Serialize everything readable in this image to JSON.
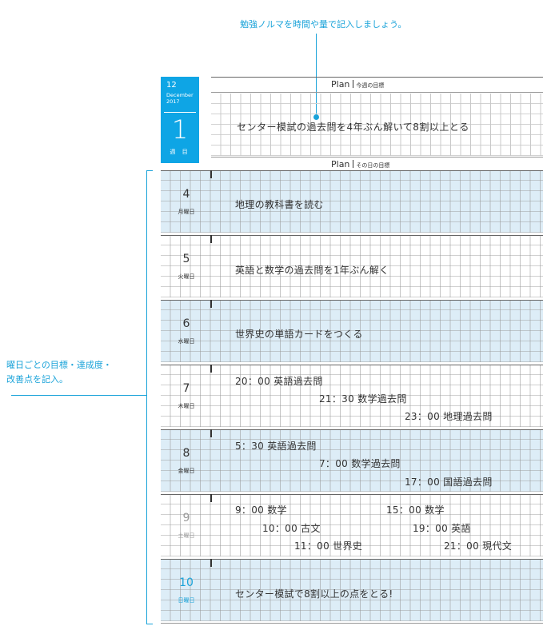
{
  "annotations": {
    "top_note": "勉強ノルマを時間や量で記入しましょう。",
    "left_note_line1": "曜日ごとの目標・達成度・",
    "left_note_line2": "改善点を記入。"
  },
  "week_badge": {
    "month": "12",
    "month_name": "December",
    "year": "2017",
    "week_number": "1",
    "week_label": "週 目",
    "color": "#0ea5e5"
  },
  "week_plan": {
    "heading": "Plan",
    "subheading": "今週の目標",
    "goal": "センター模試の過去問を4年ぶん解いて8割以上とる"
  },
  "day_plan": {
    "heading": "Plan",
    "subheading": "その日の目標"
  },
  "days": [
    {
      "num": "4",
      "label": "月曜日",
      "entries": [
        "地理の教科書を読む"
      ]
    },
    {
      "num": "5",
      "label": "火曜日",
      "entries": [
        "英語と数学の過去問を1年ぶん解く"
      ]
    },
    {
      "num": "6",
      "label": "水曜日",
      "entries": [
        "世界史の単語カードをつくる"
      ]
    },
    {
      "num": "7",
      "label": "木曜日",
      "entries": [
        "20：00 英語過去問",
        "21：30 数学過去問",
        "23：00 地理過去問"
      ]
    },
    {
      "num": "8",
      "label": "金曜日",
      "entries": [
        "5：30 英語過去問",
        "7：00 数学過去問",
        "17：00 国語過去問"
      ]
    },
    {
      "num": "9",
      "label": "土曜日",
      "entries": [
        "9：00 数学",
        "10：00 古文",
        "11：00 世界史",
        "15：00 数学",
        "19：00 英語",
        "21：00 現代文"
      ]
    },
    {
      "num": "10",
      "label": "日曜日",
      "entries": [
        "センター模試で8割以上の点をとる!"
      ]
    }
  ],
  "colors": {
    "accent": "#1aa3d9",
    "row_shade": "#ddedf7",
    "saturday": "#999999"
  }
}
